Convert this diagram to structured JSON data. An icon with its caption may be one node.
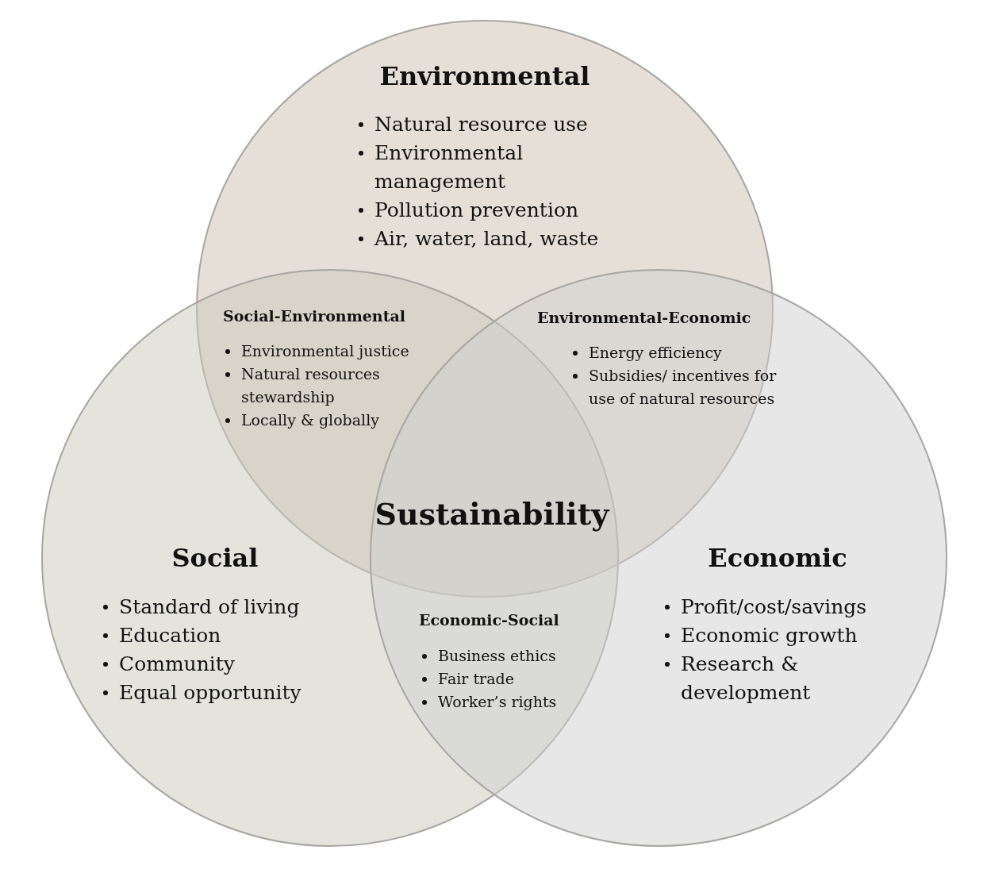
{
  "diagram": {
    "nodes": [
      {
        "text": [
          "Environmental",
          "Natural resource use",
          "Environmental management",
          "Pollution prevention",
          "Air, water, land, waste"
        ]
      },
      {
        "text": [
          "Social",
          "Standard of living",
          "Education",
          "Community",
          "Equal opportunity"
        ]
      },
      {
        "text": [
          "Economic",
          "Profit/cost/savings",
          "Economic growth",
          "Research & development"
        ]
      }
    ],
    "labels": [
      "Social-Environmental",
      "Environmental justice",
      "Natural resources stewardship",
      "Locally & globally",
      "Environmental-Economic",
      "Energy efficiency",
      "Subsidies/ incentives for use of natural resources",
      "Sustainability",
      "Economic-Social",
      "Business ethics",
      "Fair trade",
      "Worker’s rights"
    ]
  }
}
